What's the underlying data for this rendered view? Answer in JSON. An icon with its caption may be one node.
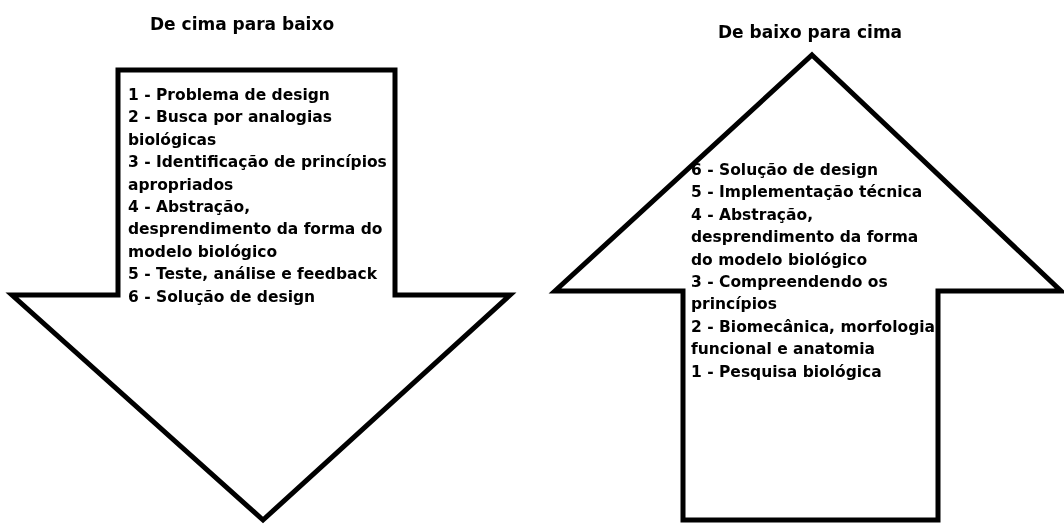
{
  "diagram": {
    "nodes": [
      {
        "text": [
          "De cima para baixo",
          "1 - Problema de design",
          "2 - Busca por analogias biológicas",
          "3 - Identificação de princípios apropriados",
          "4 - Abstração, desprendimento da forma do modelo biológico",
          "5 - Teste, análise e feedback",
          "6 - Solução de design"
        ]
      },
      {
        "text": [
          "De baixo para cima",
          "6 - Solução de design",
          "5 - Implementação técnica",
          "4 - Abstração, desprendimento da forma do modelo biológico",
          "3 - Compreendendo os princípios",
          "2 - Biomecânica, morfologia funcional e anatomia",
          "1 - Pesquisa biológica"
        ]
      }
    ],
    "edges": []
  }
}
